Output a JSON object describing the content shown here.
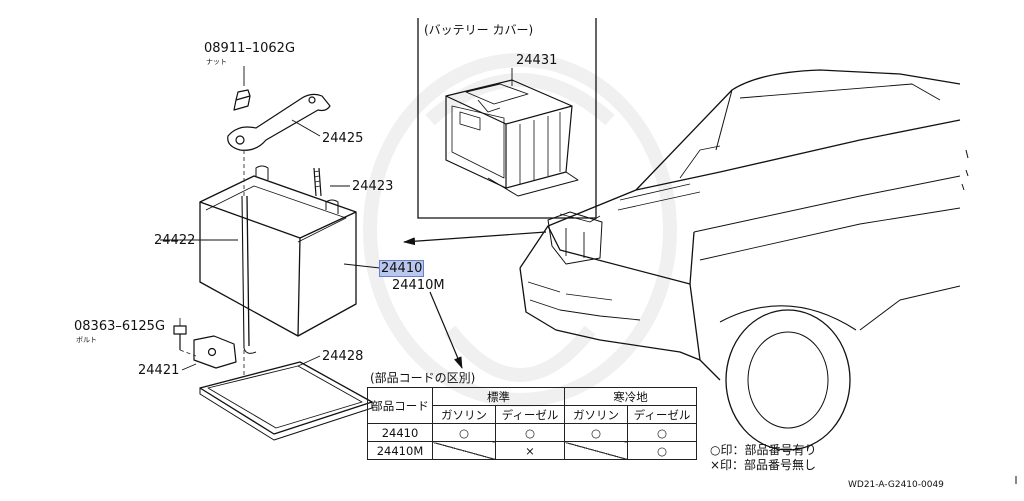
{
  "labels": {
    "nut_code": "08911–1062G",
    "nut_sub": "ナット",
    "bolt_code": "08363–6125G",
    "bolt_sub": "ボルト",
    "part_24425": "24425",
    "part_24423": "24423",
    "part_24422": "24422",
    "part_24410": "24410",
    "part_24410m": "24410M",
    "part_24421": "24421",
    "part_24428": "24428",
    "part_24431": "24431",
    "cover_caption": "(バッテリー カバー)"
  },
  "table": {
    "caption": "(部品コードの区別)",
    "row_header": "部品コード",
    "group_standard": "標準",
    "group_cold": "寒冷地",
    "col_gasoline": "ガソリン",
    "col_diesel": "ディーゼル",
    "rows": [
      {
        "code": "24410",
        "cells": [
          "○",
          "○",
          "○",
          "○"
        ]
      },
      {
        "code": "24410M",
        "cells": [
          "",
          "×",
          "",
          "○"
        ]
      }
    ]
  },
  "legend": {
    "has_number": "○印：部品番号有り",
    "no_number": "×印：部品番号無し"
  },
  "footer": {
    "code": "WD21-A-G2410-0049"
  }
}
